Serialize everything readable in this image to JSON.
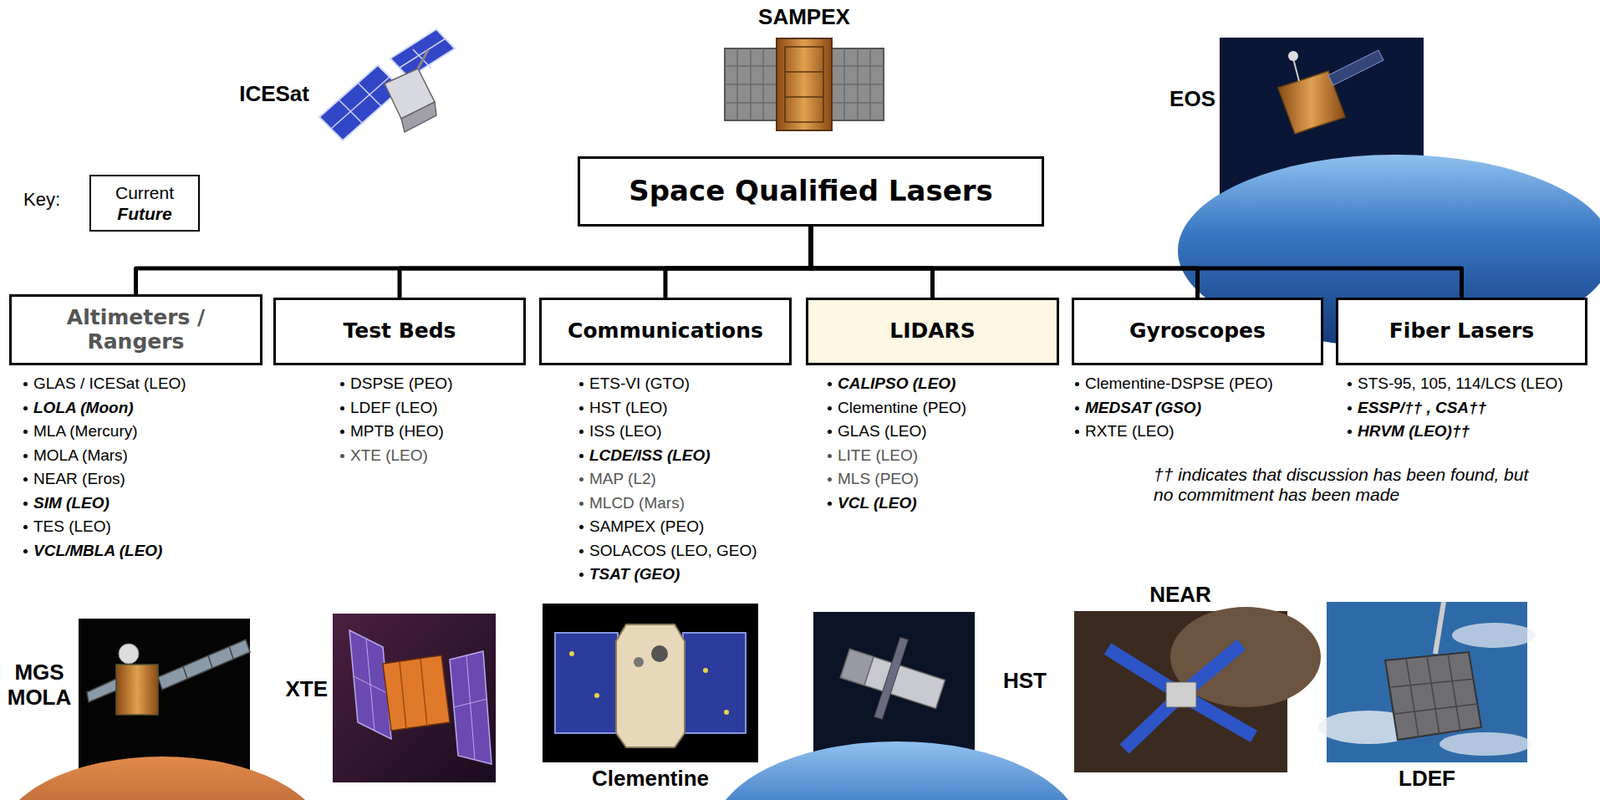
{
  "diagram": {
    "nodes": [
      {
        "text": [
          "Space Qualified Lasers"
        ]
      },
      {
        "text": [
          "Altimeters / Rangers",
          "GLAS / ICESat (LEO)",
          "LOLA (Moon)",
          "MLA (Mercury)",
          "MOLA (Mars)",
          "NEAR (Eros)",
          "SIM (LEO)",
          "TES (LEO)",
          "VCL/MBLA (LEO)"
        ]
      },
      {
        "text": [
          "Test Beds",
          "DSPSE (PEO)",
          "LDEF (LEO)",
          "MPTB (HEO)",
          "XTE (LEO)"
        ]
      },
      {
        "text": [
          "Communications",
          "ETS-VI (GTO)",
          "HST (LEO)",
          "ISS (LEO)",
          "LCDE/ISS (LEO)",
          "MAP (L2)",
          "MLCD (Mars)",
          "SAMPEX (PEO)",
          "SOLACOS (LEO, GEO)",
          "TSAT (GEO)"
        ]
      },
      {
        "text": [
          "LIDARS",
          "CALIPSO (LEO)",
          "Clementine (PEO)",
          "GLAS (LEO)",
          "LITE (LEO)",
          "MLS (PEO)",
          "VCL (LEO)"
        ]
      },
      {
        "text": [
          "Gyroscopes",
          "Clementine-DSPSE (PEO)",
          "MEDSAT (GSO)",
          "RXTE (LEO)"
        ]
      },
      {
        "text": [
          "Fiber Lasers",
          "STS-95, 105, 114/LCS (LEO)",
          "ESSP/†† , CSA††",
          "HRVM (LEO)††"
        ]
      }
    ],
    "edges": [
      {
        "from": 0,
        "to": 1,
        "arrow": "none"
      },
      {
        "from": 0,
        "to": 2,
        "arrow": "none"
      },
      {
        "from": 0,
        "to": 3,
        "arrow": "none"
      },
      {
        "from": 0,
        "to": 4,
        "arrow": "none"
      },
      {
        "from": 0,
        "to": 5,
        "arrow": "none"
      },
      {
        "from": 0,
        "to": 6,
        "arrow": "none"
      }
    ],
    "labels": [
      "ICESat",
      "SAMPEX",
      "EOS",
      "Key:",
      "†† indicates that discussion has been found, but no commitment has been made",
      "MGS MOLA",
      "XTE",
      "Clementine",
      "HST",
      "NEAR",
      "LDEF"
    ],
    "legend": [
      {
        "text": "Current"
      },
      {
        "text": "Future"
      }
    ]
  }
}
